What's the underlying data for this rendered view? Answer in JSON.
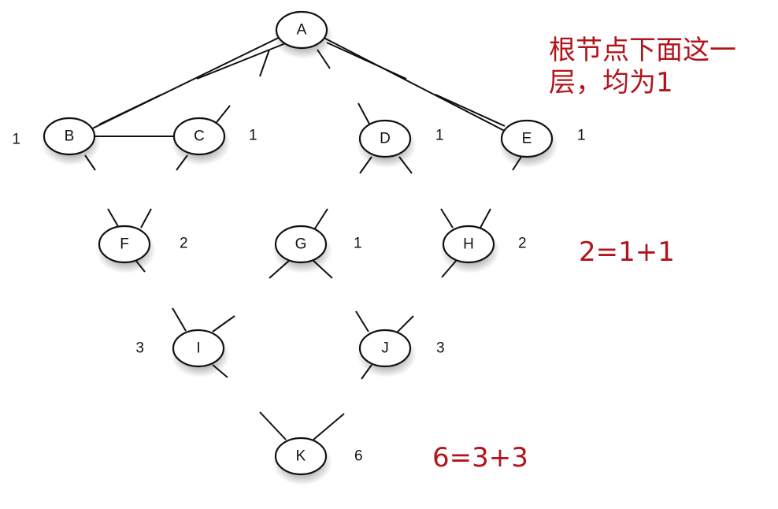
{
  "graph": {
    "nodes": [
      {
        "id": "A",
        "label": "A",
        "count": ""
      },
      {
        "id": "B",
        "label": "B",
        "count": "1"
      },
      {
        "id": "C",
        "label": "C",
        "count": "1"
      },
      {
        "id": "D",
        "label": "D",
        "count": "1"
      },
      {
        "id": "E",
        "label": "E",
        "count": "1"
      },
      {
        "id": "F",
        "label": "F",
        "count": "2"
      },
      {
        "id": "G",
        "label": "G",
        "count": "1"
      },
      {
        "id": "H",
        "label": "H",
        "count": "2"
      },
      {
        "id": "I",
        "label": "I",
        "count": "3"
      },
      {
        "id": "J",
        "label": "J",
        "count": "3"
      },
      {
        "id": "K",
        "label": "K",
        "count": "6"
      }
    ],
    "edges": [
      {
        "from": "A",
        "to": "B"
      },
      {
        "from": "A",
        "to": "E"
      },
      {
        "from": "B",
        "to": "C"
      }
    ]
  },
  "annotations": {
    "level1_note_line1": "根节点下面这一",
    "level1_note_line2": "层，均为1",
    "level2_note": "2=1+1",
    "level4_note": "6=3+3"
  },
  "colors": {
    "annotation": "#b3141b",
    "line": "#111111",
    "node_fill": "#ffffff"
  }
}
